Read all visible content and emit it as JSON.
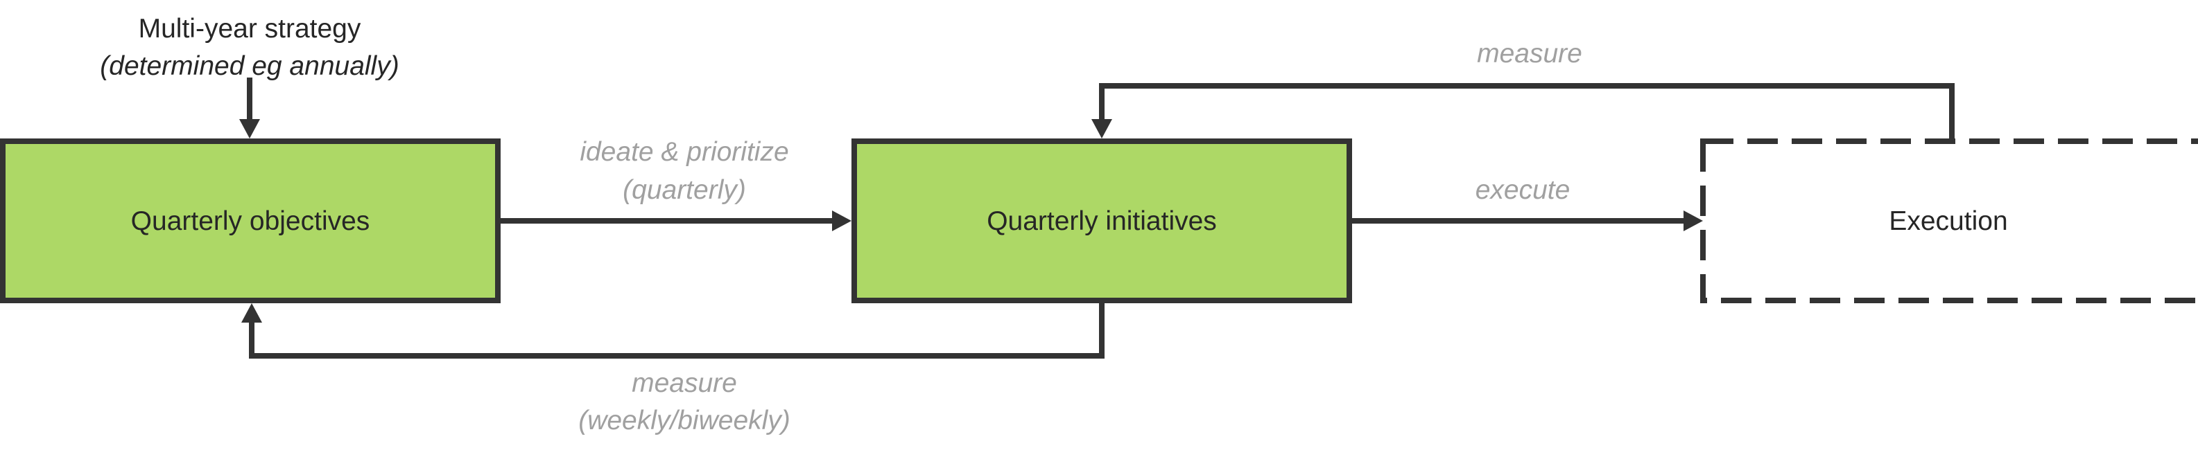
{
  "strategy": {
    "title": "Multi-year strategy",
    "subtitle": "(determined eg annually)"
  },
  "nodes": {
    "objectives": "Quarterly objectives",
    "initiatives": "Quarterly initiatives",
    "execution": "Execution"
  },
  "edges": {
    "ideate_line1": "ideate & prioritize",
    "ideate_line2": "(quarterly)",
    "execute": "execute",
    "measure_top": "measure",
    "measure_bottom_line1": "measure",
    "measure_bottom_line2": "(weekly/biweekly)"
  },
  "colors": {
    "node_fill": "#add866",
    "stroke": "#333333",
    "edge_label": "#a0a0a0",
    "text": "#262626"
  }
}
